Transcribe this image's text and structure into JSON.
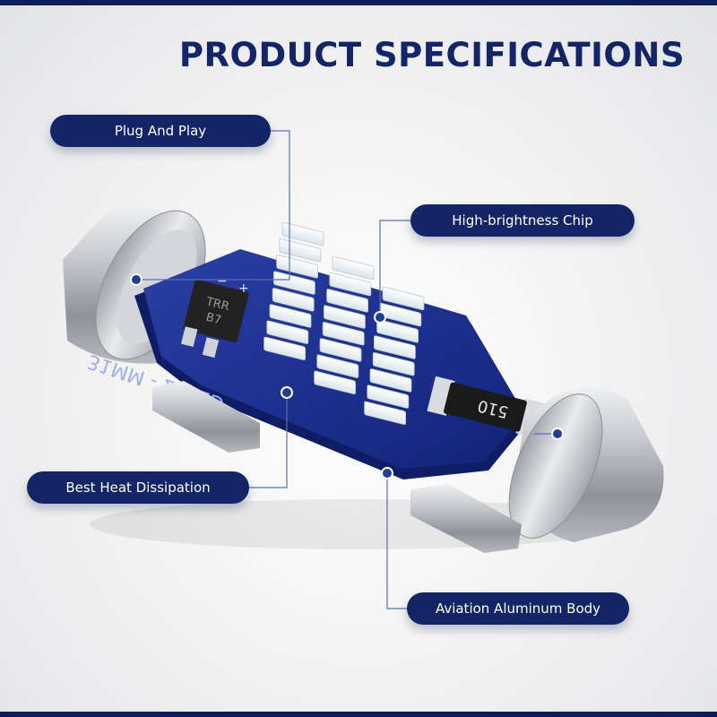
{
  "title": "PRODUCT SPECIFICATIONS",
  "callouts": {
    "plug_and_play": "Plug And Play",
    "high_brightness_chip": "High-brightness Chip",
    "best_heat_dissipation": "Best Heat Dissipation",
    "aviation_aluminum_body": "Aviation Aluminum Body"
  },
  "product": {
    "board_marking": "31MM - 21LED",
    "rectifier_marking_1": "TRR",
    "rectifier_marking_2": "B7",
    "polarity_minus": "−",
    "polarity_plus": "+",
    "resistor_marking": "510"
  },
  "colors": {
    "brand_navy": "#132566",
    "pcb_blue": "#1b2f8f",
    "led_white": "#f6f9fb",
    "aluminum": "#b9bcc2"
  }
}
